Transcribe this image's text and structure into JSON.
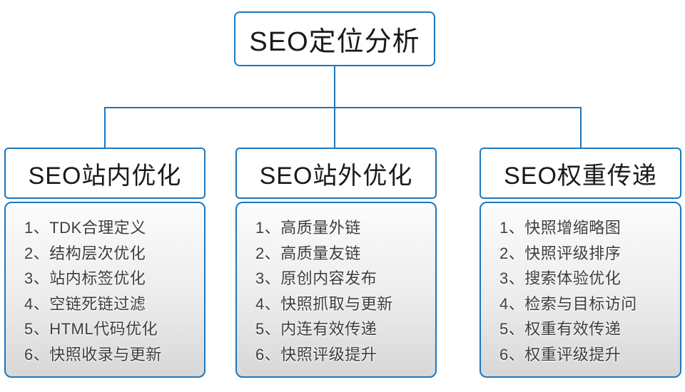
{
  "diagram": {
    "root": {
      "label": "SEO定位分析"
    },
    "branches": [
      {
        "label": "SEO站内优化",
        "items": [
          "1、TDK合理定义",
          "2、结构层次优化",
          "3、站内标签优化",
          "4、空链死链过滤",
          "5、HTML代码优化",
          "6、快照收录与更新"
        ]
      },
      {
        "label": "SEO站外优化",
        "items": [
          "1、高质量外链",
          "2、高质量友链",
          "3、原创内容发布",
          "4、快照抓取与更新",
          "5、内连有效传递",
          "6、快照评级提升"
        ]
      },
      {
        "label": "SEO权重传递",
        "items": [
          "1、快照增缩略图",
          "2、快照评级排序",
          "3、搜索体验优化",
          "4、检索与目标访问",
          "5、权重有效传递",
          "6、权重评级提升"
        ]
      }
    ]
  },
  "colors": {
    "accent": "#1e77bd",
    "header_text": "#1a1a1a",
    "item_text": "#3d3d3d",
    "panel_gradient_top": "#fcfcfc",
    "panel_gradient_bottom": "#d7d7d7"
  }
}
